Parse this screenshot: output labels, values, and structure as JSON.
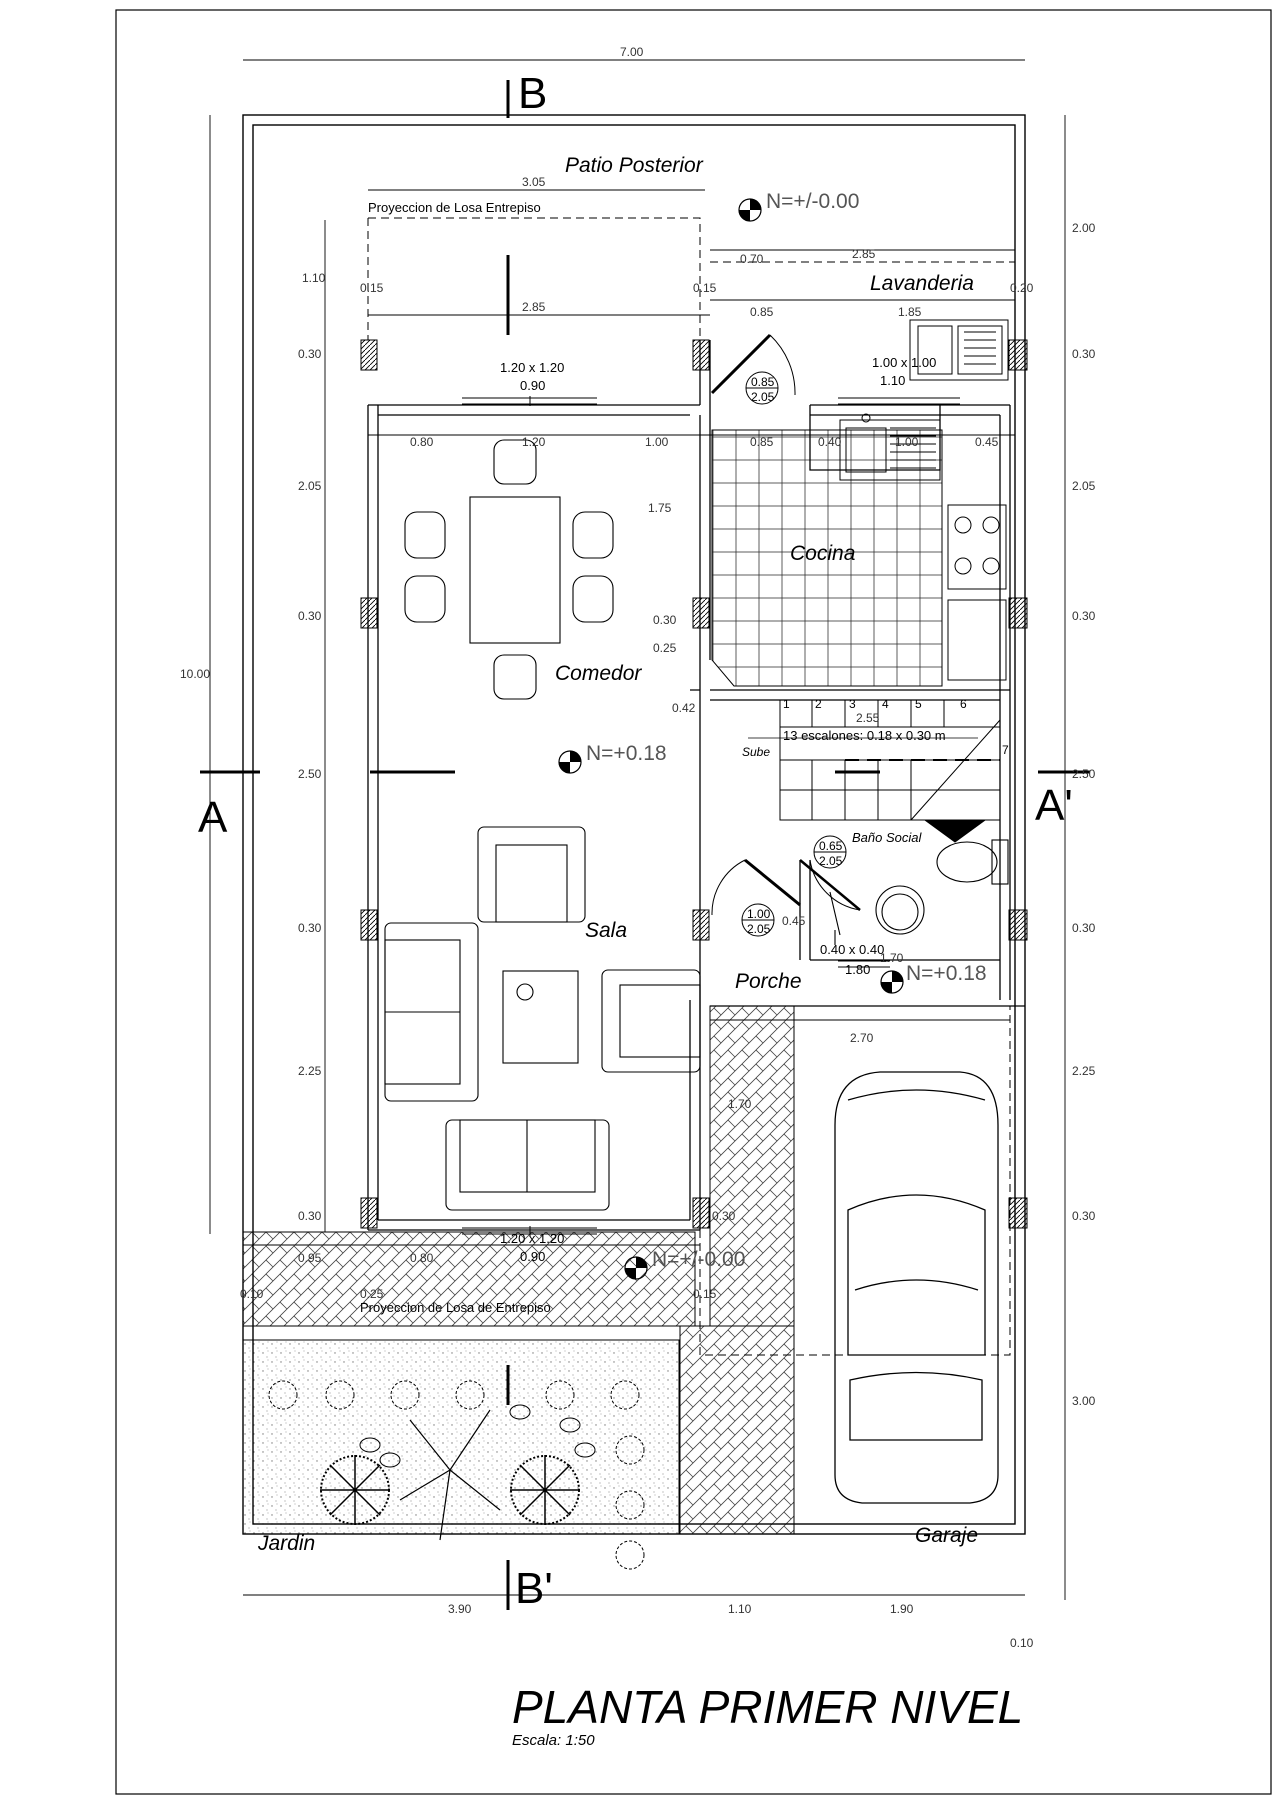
{
  "title": "PLANTA PRIMER NIVEL",
  "scale": "Escala: 1:50",
  "rooms": {
    "patio": "Patio Posterior",
    "lavanderia": "Lavanderia",
    "cocina": "Cocina",
    "comedor": "Comedor",
    "sala": "Sala",
    "porche": "Porche",
    "bano": "Baño Social",
    "garaje": "Garaje",
    "jardin": "Jardin"
  },
  "sections": {
    "b_top": "B",
    "b_bottom": "B'",
    "a_left": "A",
    "a_right": "A'"
  },
  "levels": {
    "patio": "N=+/-0.00",
    "comedor": "N=+0.18",
    "porche": "N=+0.18",
    "front": "N=+/-0.00"
  },
  "notes": {
    "slab_top": "Proyeccion de  Losa Entrepiso",
    "slab_bottom": "Proyeccion de Losa de Entrepiso",
    "stairs": "13 escalones: 0.18 x 0.30 m",
    "sube": "Sube"
  },
  "step_numbers": [
    "1",
    "2",
    "3",
    "4",
    "5",
    "6",
    "7"
  ],
  "windows": {
    "rear": [
      "1.20 x 1.20",
      "0.90"
    ],
    "laundry": [
      "1.00 x 1.00",
      "1.10"
    ],
    "front": [
      "1.20 x 1.20",
      "0.90"
    ],
    "bath": [
      "0.40 x 0.40",
      "1.80"
    ]
  },
  "doors": {
    "kitchen": [
      "0.85",
      "2.05"
    ],
    "bath": [
      "0.65",
      "2.05"
    ],
    "entry": [
      "1.00",
      "2.05"
    ]
  },
  "dimensions": {
    "top_total": "7.00",
    "patio_width": "3.05",
    "slab_width": "2.85",
    "laundry_width": "2.85",
    "laundry_offset": "0.70",
    "patio_depth": "1.10",
    "col_015_a": "0.15",
    "col_015_b": "0.15",
    "col_020": "0.20",
    "col_085": "0.85",
    "col_185": "1.85",
    "row_080": "0.80",
    "row_120": "1.20",
    "row_100": "1.00",
    "row_085": "0.85",
    "row_040": "0.40",
    "row_100b": "1.00",
    "row_045": "0.45",
    "kitchen_175": "1.75",
    "kitchen_030": "0.30",
    "kitchen_025": "0.25",
    "kitchen_042": "0.42",
    "stair_255": "2.55",
    "bath_045": "0.45",
    "bath_170": "1.70",
    "porch_270": "2.70",
    "garage_170": "1.70",
    "left_total": "10.00",
    "left_030_a": "0.30",
    "left_205": "2.05",
    "left_030_b": "0.30",
    "left_250": "2.50",
    "left_030_c": "0.30",
    "left_225": "2.25",
    "left_030_d": "0.30",
    "right_200": "2.00",
    "right_030_a": "0.30",
    "right_205": "2.05",
    "right_030_b": "0.30",
    "right_250": "2.50",
    "right_030_c": "0.30",
    "right_225": "2.25",
    "right_030_d": "0.30",
    "right_300": "3.00",
    "front_095": "0.95",
    "front_080": "0.80",
    "front_010": "0.10",
    "front_025": "0.25",
    "front_015": "0.15",
    "front_030": "0.30",
    "bottom_390": "3.90",
    "bottom_110": "1.10",
    "bottom_190": "1.90",
    "bottom_010": "0.10"
  }
}
